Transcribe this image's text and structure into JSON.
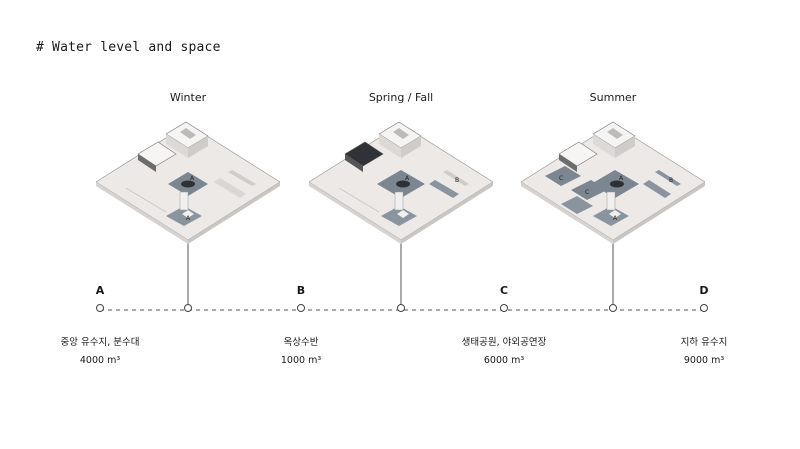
{
  "heading": "# Water level and space",
  "seasons": [
    "Winter",
    "Spring / Fall",
    "Summer"
  ],
  "stages": [
    {
      "letter": "A",
      "name": "중앙 유수지, 분수대",
      "volume": "4000 m³"
    },
    {
      "letter": "B",
      "name": "옥상수반",
      "volume": "1000 m³"
    },
    {
      "letter": "C",
      "name": "생태공원, 야외공연장",
      "volume": "6000 m³"
    },
    {
      "letter": "D",
      "name": "지하 유수지",
      "volume": "9000 m³"
    }
  ],
  "model_labels": {
    "winter": [
      "A",
      "A"
    ],
    "spring": [
      "A",
      "B"
    ],
    "summer": [
      "A",
      "B",
      "C",
      "C",
      "A"
    ]
  },
  "colors": {
    "water": "#7b8691",
    "base": "#ece9e6",
    "building": "#f3f1ef",
    "line": "#555555"
  }
}
